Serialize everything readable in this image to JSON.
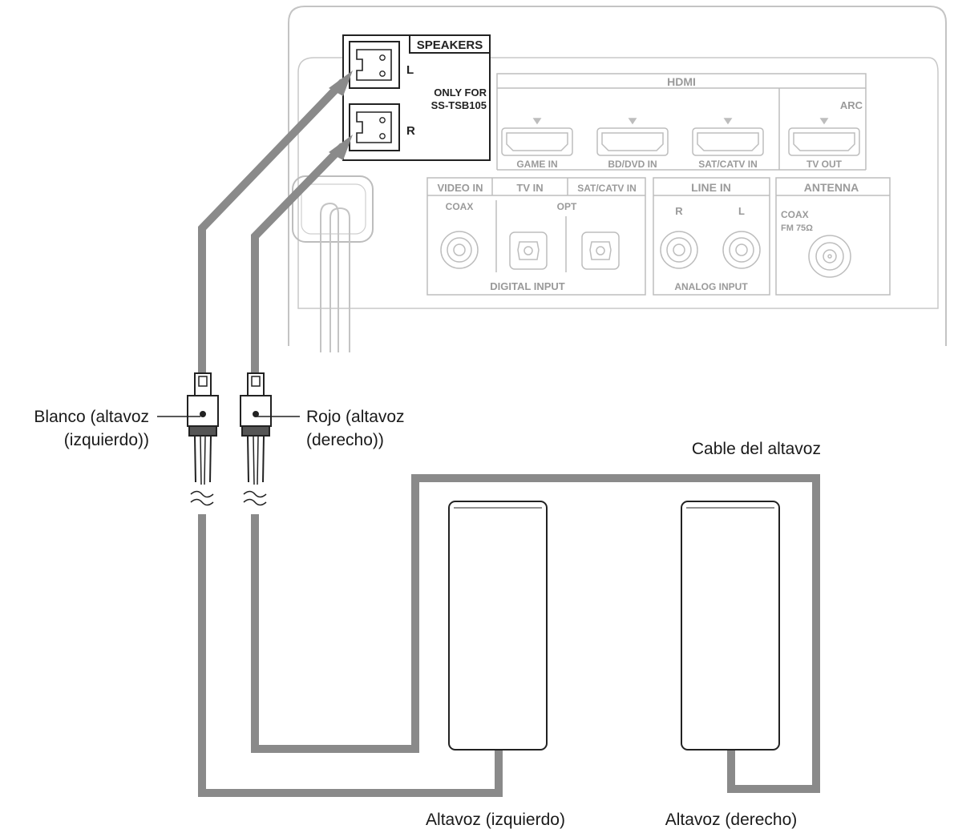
{
  "panel": {
    "speakers_label": "SPEAKERS",
    "terminal_left": "L",
    "terminal_right": "R",
    "only_for_line1": "ONLY FOR",
    "only_for_line2": "SS-TSB105",
    "hdmi_label": "HDMI",
    "arc_label": "ARC",
    "hdmi_ports": [
      "GAME IN",
      "BD/DVD IN",
      "SAT/CATV IN",
      "TV OUT"
    ],
    "video_in": "VIDEO IN",
    "tv_in": "TV IN",
    "sat_catv_in": "SAT/CATV IN",
    "coax": "COAX",
    "opt": "OPT",
    "digital_input": "DIGITAL INPUT",
    "line_in": "LINE IN",
    "line_r": "R",
    "line_l": "L",
    "analog_input": "ANALOG INPUT",
    "antenna": "ANTENNA",
    "antenna_coax": "COAX",
    "antenna_fm": "FM 75Ω"
  },
  "labels": {
    "white_line1": "Blanco (altavoz",
    "white_line2": "(izquierdo))",
    "red_line1": "Rojo (altavoz",
    "red_line2": "(derecho))",
    "cable": "Cable del altavoz",
    "speaker_left": "Altavoz (izquierdo)",
    "speaker_right": "Altavoz (derecho)"
  },
  "colors": {
    "cable": "#8a8a8a",
    "panel_line": "#b8b8b8",
    "panel_text": "#9a9a9a",
    "text": "#1a1a1a"
  }
}
